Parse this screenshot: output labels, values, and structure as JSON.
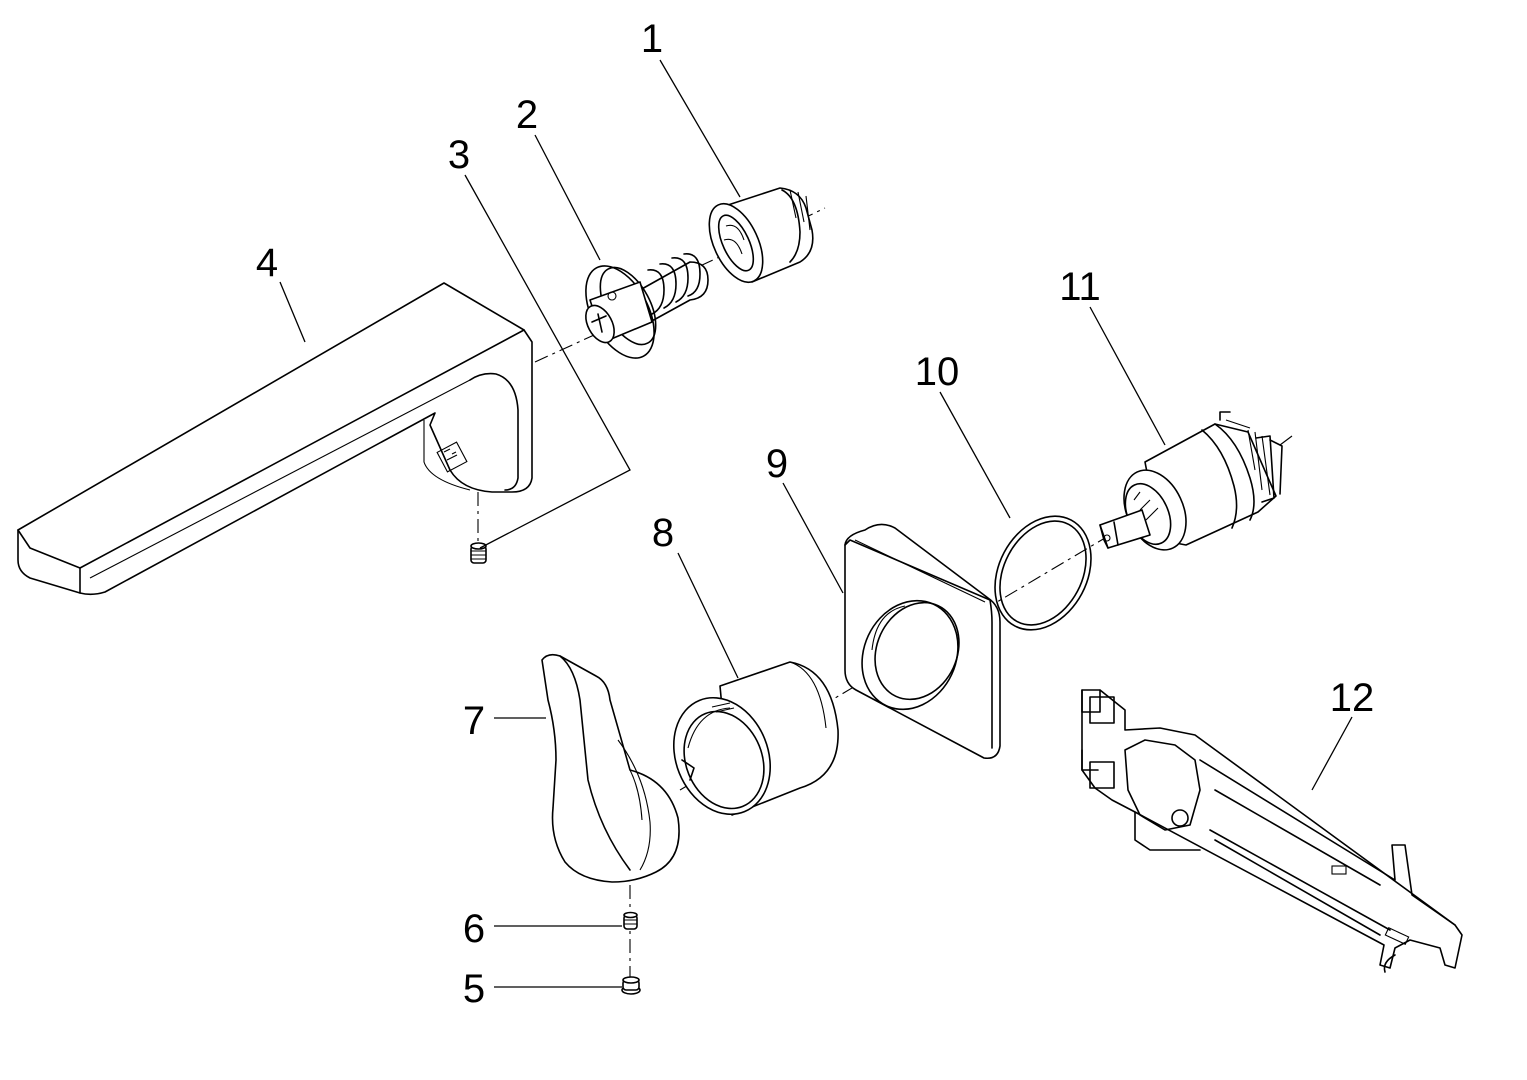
{
  "parts": [
    {
      "id": "part-1",
      "number": "1",
      "icon": "threaded-adapter-icon"
    },
    {
      "id": "part-2",
      "number": "2",
      "icon": "flow-regulator-insert-icon"
    },
    {
      "id": "part-3",
      "number": "3",
      "icon": "grub-screw-icon"
    },
    {
      "id": "part-4",
      "number": "4",
      "icon": "wall-spout-icon"
    },
    {
      "id": "part-5",
      "number": "5",
      "icon": "screw-icon"
    },
    {
      "id": "part-6",
      "number": "6",
      "icon": "grub-screw-icon"
    },
    {
      "id": "part-7",
      "number": "7",
      "icon": "lever-handle-icon"
    },
    {
      "id": "part-8",
      "number": "8",
      "icon": "sleeve-icon"
    },
    {
      "id": "part-9",
      "number": "9",
      "icon": "square-rosette-icon"
    },
    {
      "id": "part-10",
      "number": "10",
      "icon": "o-ring-icon"
    },
    {
      "id": "part-11",
      "number": "11",
      "icon": "cartridge-icon"
    },
    {
      "id": "part-12",
      "number": "12",
      "icon": "mounting-template-icon"
    }
  ]
}
